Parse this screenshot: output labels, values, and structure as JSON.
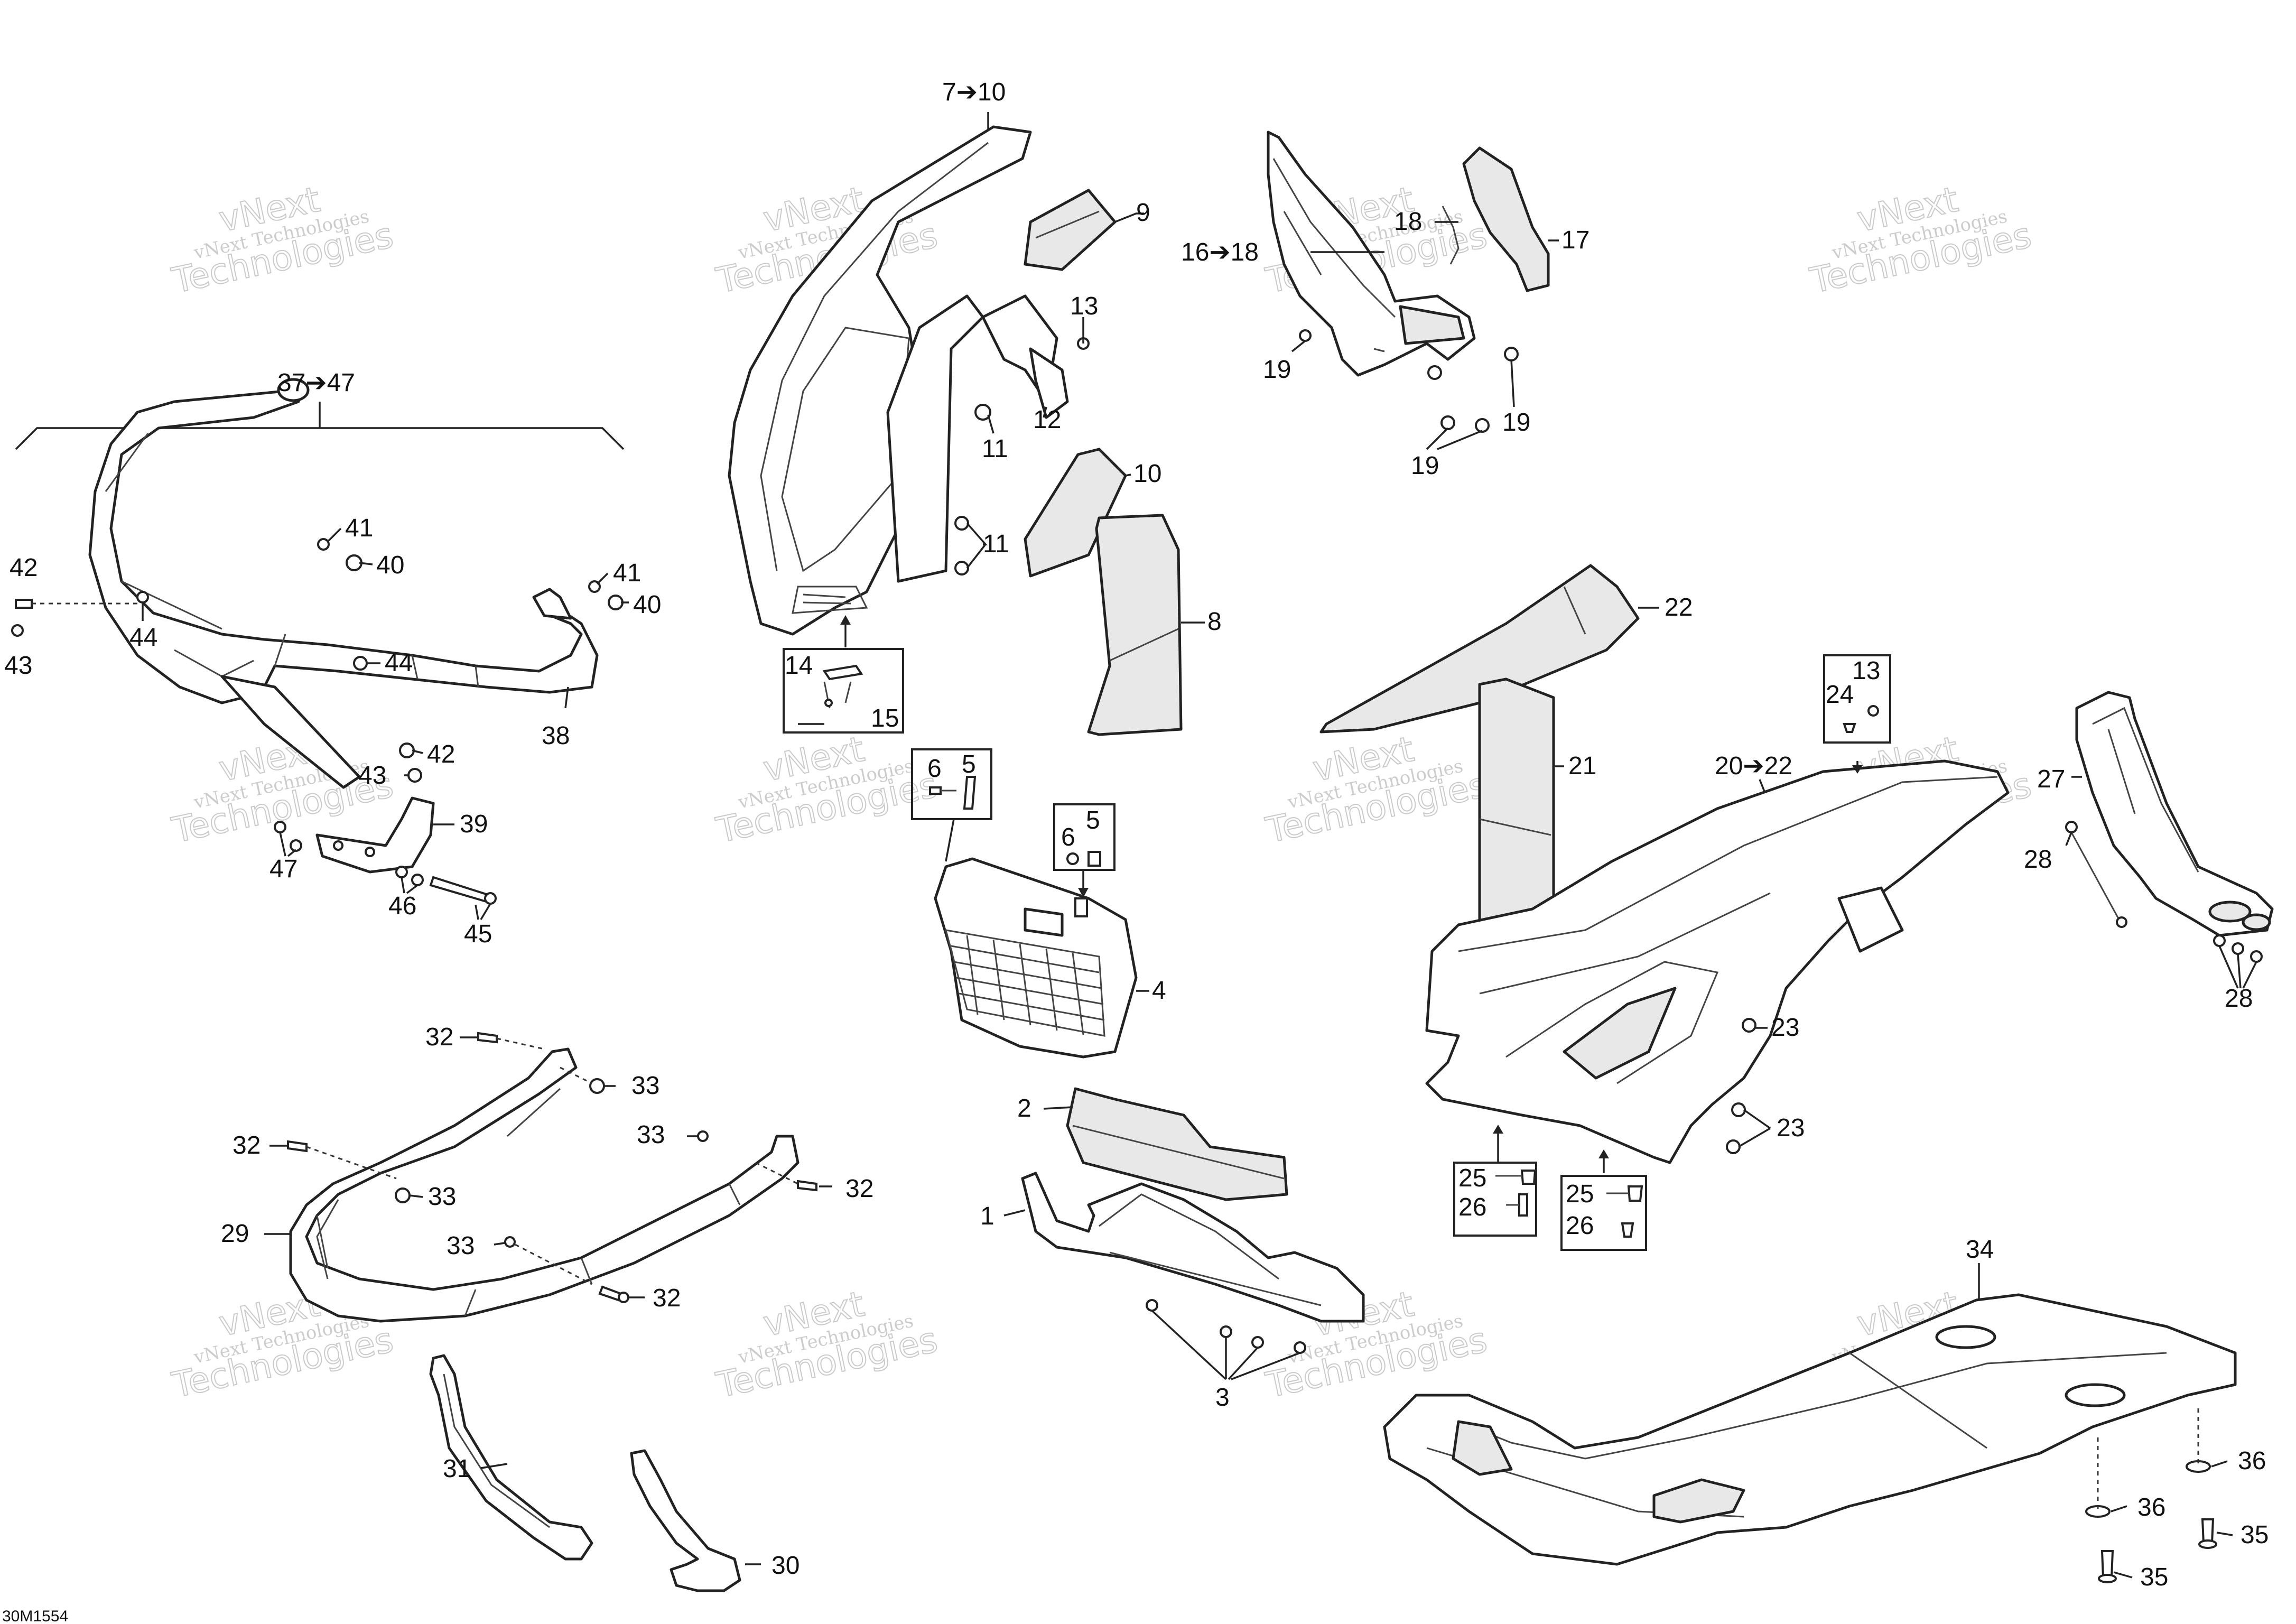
{
  "drawing_ref": "30M1554",
  "watermark": {
    "line1": "vNext Technologies",
    "line2a": "vNext",
    "line2b": "Technologies"
  },
  "callouts": {
    "c7_10": "7➔10",
    "c9": "9",
    "c13a": "13",
    "c12": "12",
    "c11a": "11",
    "c10": "10",
    "c11b": "11",
    "c8": "8",
    "c14": "14",
    "c15": "15",
    "c6a": "6",
    "c5a": "5",
    "c6b": "6",
    "c5b": "5",
    "c4": "4",
    "c18": "18",
    "c17": "17",
    "c16_18": "16➔18",
    "c19a": "19",
    "c19b": "19",
    "c19c": "19",
    "c22": "22",
    "c21": "21",
    "c20_22": "20➔22",
    "c24": "24",
    "c13b": "13",
    "c23a": "23",
    "c23b": "23",
    "c25a": "25",
    "c26a": "26",
    "c25b": "25",
    "c26b": "26",
    "c27": "27",
    "c28a": "28",
    "c28b": "28",
    "c37_47": "37➔47",
    "c41a": "41",
    "c40a": "40",
    "c42a": "42",
    "c44a": "44",
    "c43a": "43",
    "c41b": "41",
    "c40b": "40",
    "c44b": "44",
    "c38": "38",
    "c43b": "43",
    "c42b": "42",
    "c39": "39",
    "c47": "47",
    "c46": "46",
    "c45": "45",
    "c32a": "32",
    "c33a": "33",
    "c32b": "32",
    "c33b": "33",
    "c32c": "32",
    "c33c": "33",
    "c29": "29",
    "c33d": "33",
    "c32d": "32",
    "c31": "31",
    "c30": "30",
    "c2": "2",
    "c1": "1",
    "c3": "3",
    "c34": "34",
    "c36a": "36",
    "c36b": "36",
    "c35a": "35",
    "c35b": "35"
  }
}
